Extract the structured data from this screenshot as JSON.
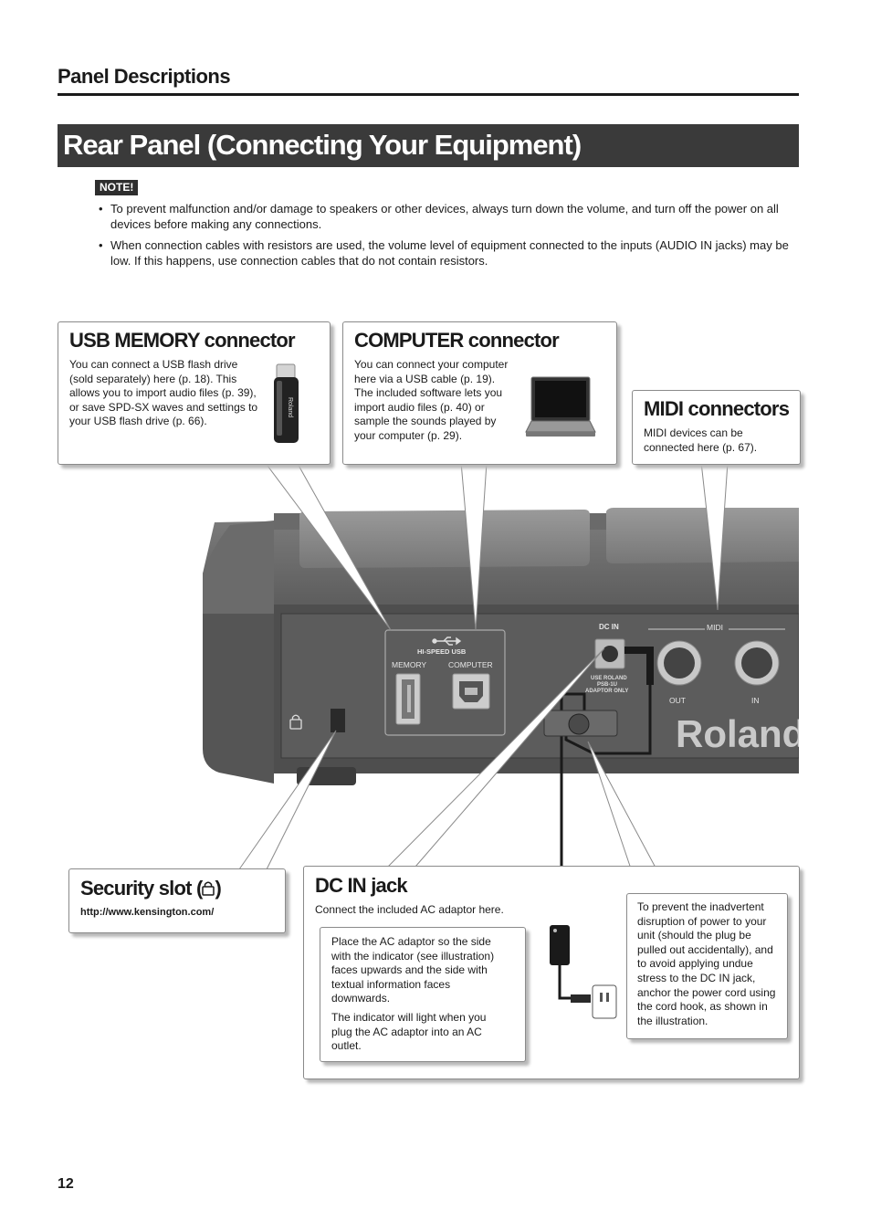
{
  "header": {
    "section_title": "Panel Descriptions",
    "page_title": "Rear Panel (Connecting Your Equipment)"
  },
  "note": {
    "badge": "NOTE!",
    "bullets": [
      "To prevent malfunction and/or damage to speakers or other devices, always turn down the volume, and turn off the power on all devices before making any connections.",
      "When connection cables with resistors are used, the volume level of equipment connected to the inputs (AUDIO IN jacks) may be low. If this happens, use connection cables that do not contain resistors."
    ]
  },
  "callouts": {
    "usb_memory": {
      "title": "USB MEMORY connector",
      "body": "You can connect a USB flash drive (sold separately) here (p. 18). This allows you to import audio files (p. 39), or save SPD-SX waves and settings to your USB flash drive (p. 66)."
    },
    "computer": {
      "title": "COMPUTER connector",
      "body": "You can connect your computer here via a USB cable (p. 19). The included software lets you import audio files (p. 40) or sample the sounds played by your computer (p. 29)."
    },
    "midi": {
      "title": "MIDI connectors",
      "body": "MIDI devices can be connected here (p. 67)."
    },
    "security": {
      "title_prefix": "Security slot (",
      "title_suffix": ")",
      "url": "http://www.kensington.com/"
    },
    "dc_in": {
      "title": "DC IN jack",
      "body": "Connect the included AC adaptor here.",
      "adaptor_note_1": "Place the AC adaptor so the side with the indicator (see illustration) faces upwards and the side with textual information faces downwards.",
      "adaptor_note_2": "The indicator will light when you plug the AC adaptor into an AC outlet."
    },
    "cord_hook": {
      "body": "To prevent the inadvertent disruption of power to your unit (should the plug be pulled out accidentally), and to avoid applying undue stress to the DC IN jack, anchor the power cord using the cord hook, as shown in the illustration."
    }
  },
  "device_labels": {
    "usb_symbol_label": "HI-SPEED USB",
    "memory": "MEMORY",
    "computer": "COMPUTER",
    "dc_in": "DC IN",
    "adaptor_line1": "USE ROLAND",
    "adaptor_line2": "PSB-1U",
    "adaptor_line3": "ADAPTOR ONLY",
    "midi": "MIDI",
    "midi_out": "OUT",
    "midi_in": "IN",
    "brand": "Roland",
    "usb_stick_brand": "Roland"
  },
  "icons": {
    "lock": "kensington-lock-icon",
    "usb": "usb-trident-icon",
    "laptop": "laptop-icon",
    "flash_drive": "usb-flash-drive-icon"
  },
  "footer": {
    "page_number": "12"
  }
}
